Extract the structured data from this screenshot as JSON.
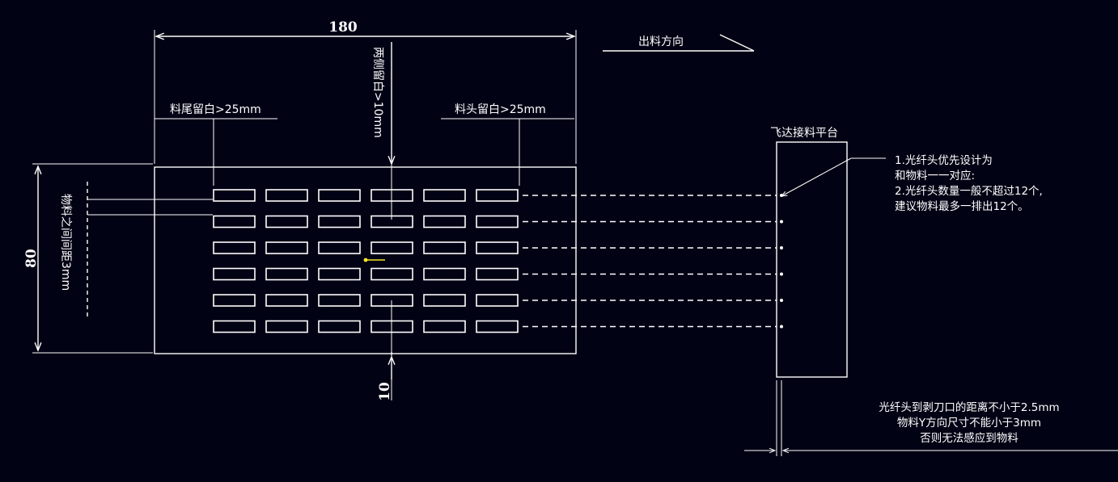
{
  "dimensions": {
    "width": "180",
    "height": "80",
    "gap_bottom": "10"
  },
  "labels": {
    "output_direction": "出料方向",
    "tail_margin": "料尾留白>25mm",
    "both_sides_margin": "两侧留白>10mm",
    "head_margin": "料头留白>25mm",
    "material_spacing": "物料之间间距3mm",
    "platform": "飞达接料平台"
  },
  "notes": {
    "fiber_design": [
      "1.光纤头优先设计为",
      "和物料一一对应:",
      "2.光纤头数量一般不超过12个,",
      "建议物料最多一排出12个。"
    ],
    "sensing": [
      "光纤头到剥刀口的距离不小于2.5mm",
      "物料Y方向尺寸不能小于3mm",
      "否则无法感应到物料"
    ]
  },
  "grid": {
    "rows": 6,
    "cols": 6
  },
  "colors": {
    "background": "#010214",
    "line": "#ffffff",
    "center_mark": "#f5e62a"
  }
}
